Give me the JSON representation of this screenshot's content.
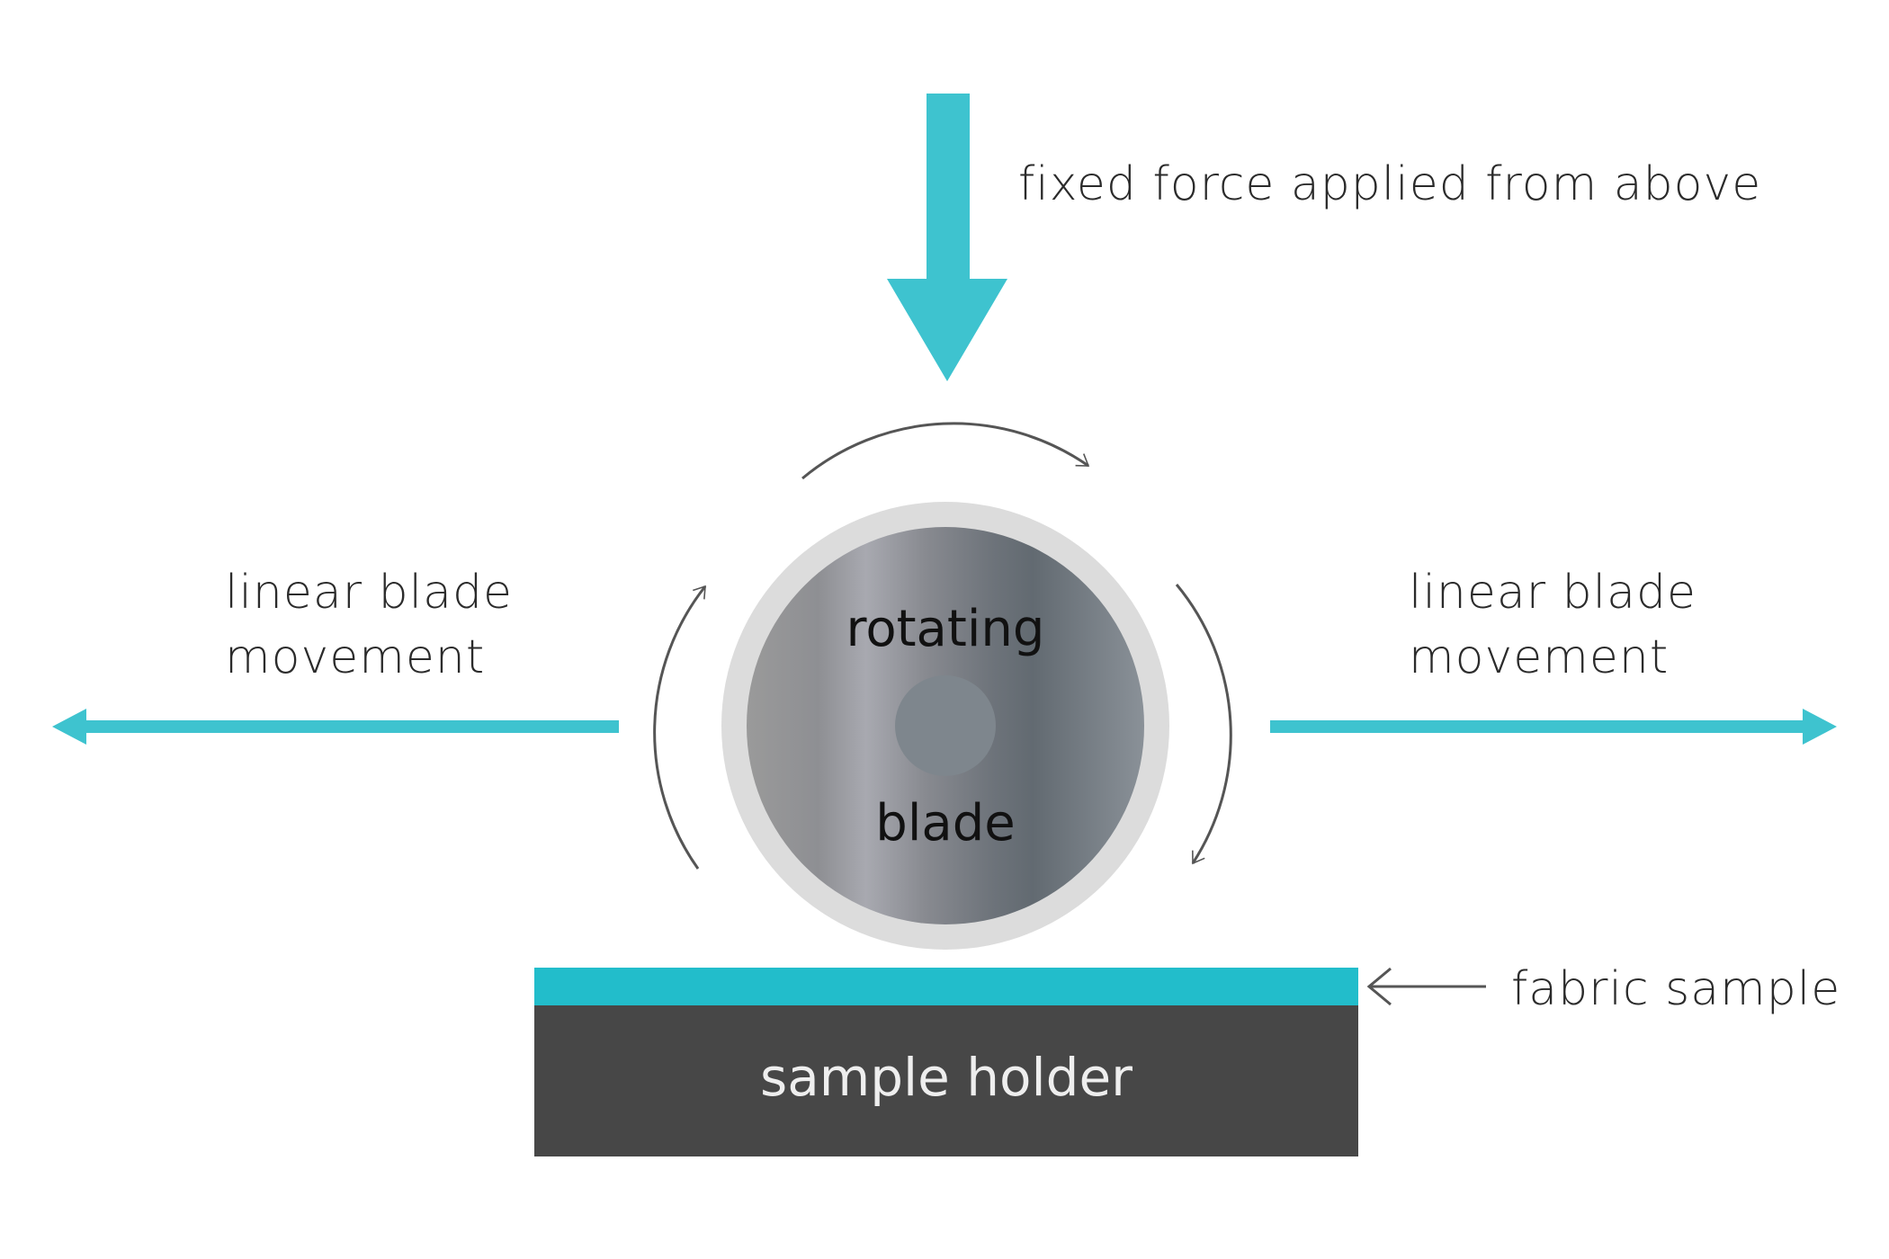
{
  "labels": {
    "force": "fixed force applied from above",
    "left_movement_line1": "linear blade",
    "left_movement_line2": "movement",
    "right_movement_line1": "linear blade",
    "right_movement_line2": "movement",
    "blade_line1": "rotating",
    "blade_line2": "blade",
    "fabric": "fabric sample",
    "holder": "sample holder"
  },
  "colors": {
    "accent": "#3ec3cf",
    "fabric": "#22bdcb",
    "holder": "#474747",
    "rotation_arrows": "#555555",
    "blade_rim": "#dcdcdc"
  }
}
